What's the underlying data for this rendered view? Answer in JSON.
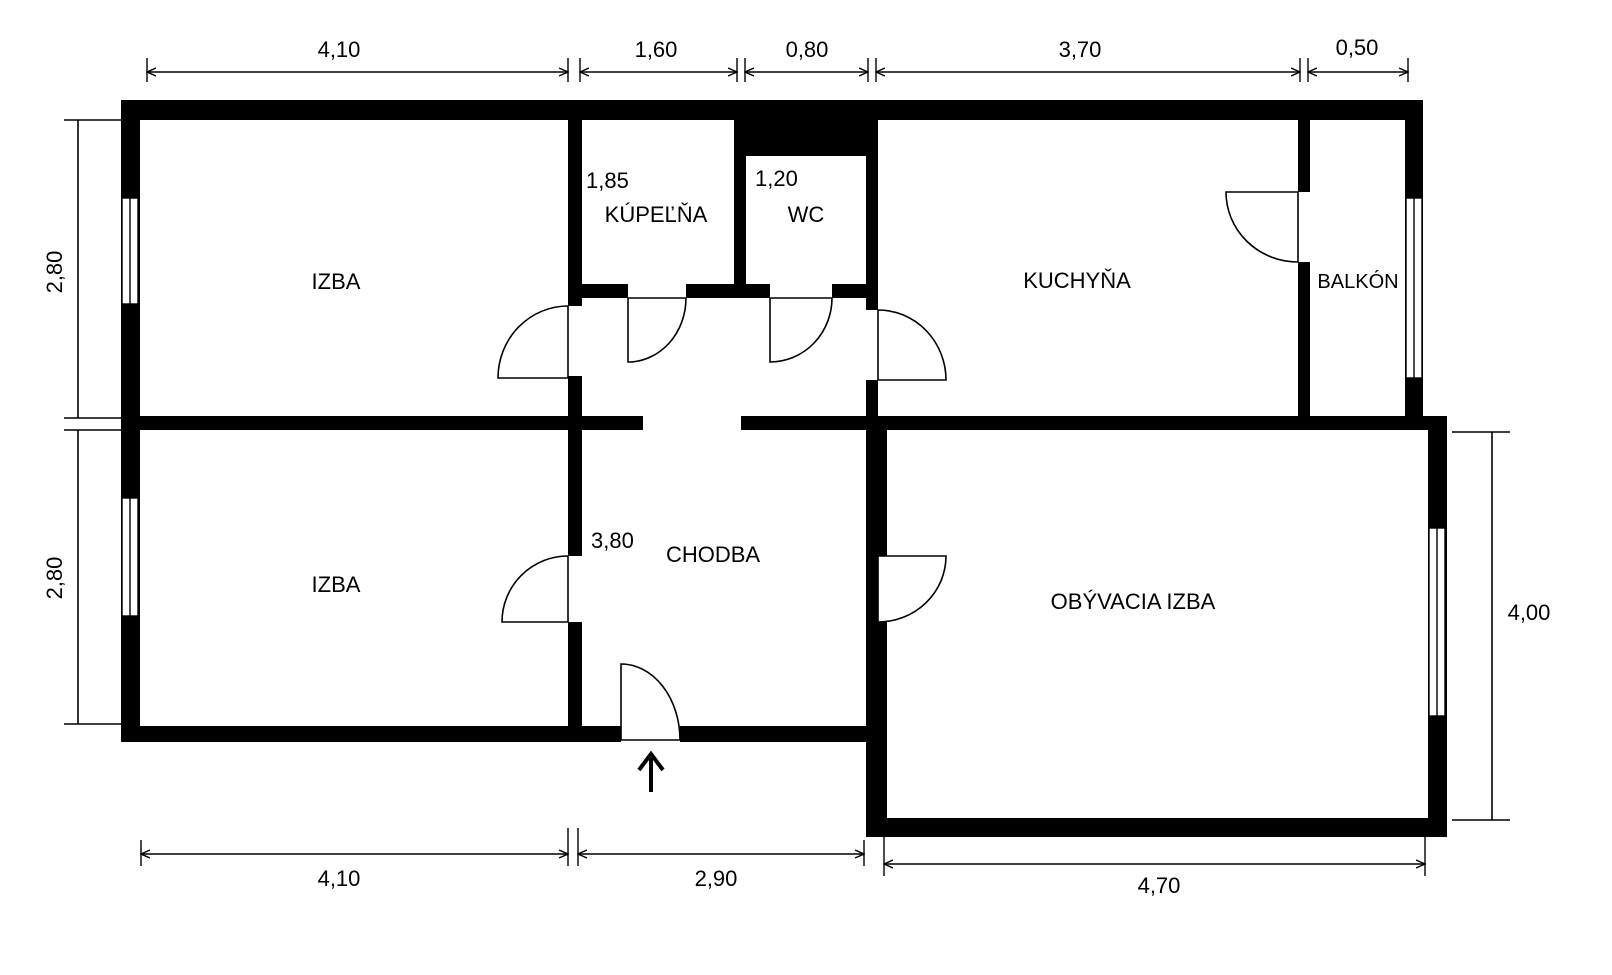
{
  "rooms": {
    "izba_top": "IZBA",
    "izba_bottom": "IZBA",
    "kupelna": "KÚPEĽŇA",
    "wc": "WC",
    "kuchyna": "KUCHYŇA",
    "balkon": "BALKÓN",
    "chodba": "CHODBA",
    "obyvacia": "OBÝVACIA IZBA"
  },
  "room_dims": {
    "kupelna": "1,85",
    "wc": "1,20",
    "chodba": "3,80"
  },
  "dimensions": {
    "top": [
      "4,10",
      "1,60",
      "0,80",
      "3,70",
      "0,50"
    ],
    "left": [
      "2,80",
      "2,80"
    ],
    "right": "4,00",
    "bottom": [
      "4,10",
      "2,90",
      "4,70"
    ]
  },
  "entrance": "entrance-arrow"
}
